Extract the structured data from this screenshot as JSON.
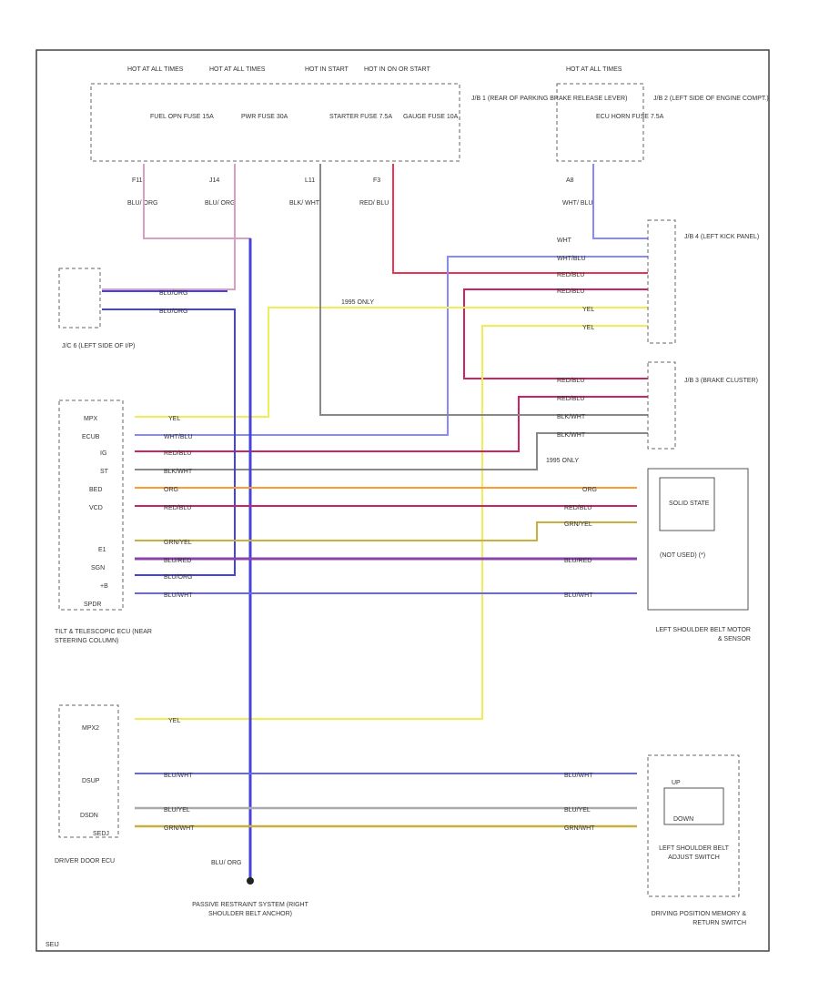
{
  "fuse_boxes": {
    "jb1_hot_labels": [
      "HOT AT ALL TIMES",
      "HOT AT ALL TIMES",
      "HOT IN START",
      "HOT IN ON OR START"
    ],
    "jb1_fuses": [
      "FUEL OPN FUSE 15A",
      "PWR FUSE 30A",
      "STARTER FUSE 7.5A",
      "GAUGE FUSE 10A"
    ],
    "jb1_name": "J/B 1 (REAR OF PARKING BRAKE RELEASE LEVER)",
    "jb2_hot_label": "HOT AT ALL TIMES",
    "jb2_fuse": "ECU HORN FUSE 7.5A",
    "jb2_name": "J/B 2 (LEFT SIDE OF ENGINE COMPT.)"
  },
  "pin_ids": [
    "F11",
    "J14",
    "L11",
    "F3",
    "A8"
  ],
  "wire_colors_top": [
    "BLU/ ORG",
    "BLU/ ORG",
    "BLK/ WHT",
    "RED/ BLU",
    "WHT/ BLU"
  ],
  "components": {
    "jc_name": "J/C 6 (LEFT SIDE OF I/P)",
    "jb4_name": "J/B 4 (LEFT KICK PANEL)",
    "jb3_name": "J/B 3 (BRAKE CLUSTER)",
    "tilt_ecu": "TILT & TELESCOPIC ECU (NEAR STEERING COLUMN)",
    "shoulder_motor": "LEFT SHOULDER BELT MOTOR & SENSOR",
    "door_ecu": "DRIVER DOOR ECU",
    "adjust_switch": "LEFT SHOULDER BELT ADJUST SWITCH",
    "memory_switch": "DRIVING POSITION MEMORY & RETURN SWITCH",
    "passive": "PASSIVE RESTRAINT SYSTEM (RIGHT SHOULDER BELT ANCHOR)",
    "solid_state": "SOLID STATE",
    "not_used": "(NOT USED) (*)"
  },
  "notes": {
    "note_1995a": "1995 ONLY",
    "note_1995b": "1995 ONLY",
    "footer": "SEIJ"
  },
  "jc_wires": [
    "BLU/ORG",
    "BLU/ORG"
  ],
  "jb4_wires": [
    "WHT",
    "WHT/BLU",
    "RED/BLU",
    "RED/BLU",
    "YEL",
    "YEL"
  ],
  "jb3_wires": [
    "RED/BLU",
    "RED/BLU",
    "BLK/WHT",
    "BLK/WHT"
  ],
  "tilt_pins": [
    "MPX",
    "ECUB",
    "IG",
    "ST",
    "BED",
    "VCD",
    "E1",
    "SGN",
    "+B",
    "SPDR"
  ],
  "tilt_wires": [
    "YEL",
    "WHT/BLU",
    "RED/BLU",
    "BLK/WHT",
    "ORG",
    "RED/BLU",
    "GRN/YEL",
    "BLU/RED",
    "BLU/ORG",
    "BLU/WHT"
  ],
  "motor_wires": [
    "ORG",
    "RED/BLU",
    "GRN/YEL",
    "BLU/RED",
    "BLU/WHT"
  ],
  "door_pins": [
    "MPX2",
    "DSUP",
    "DSDN",
    "SEDJ"
  ],
  "door_wires": [
    "YEL",
    "BLU/WHT",
    "BLU/YEL",
    "GRN/WHT"
  ],
  "switch_wires": [
    "BLU/WHT",
    "BLU/YEL",
    "GRN/WHT"
  ],
  "switch_labels": [
    "UP",
    "DOWN"
  ],
  "bottom_wire": "BLU/ ORG",
  "colors": {
    "blue": "#4444dd",
    "blue_org": "#8888ff",
    "pink": "#d8a0c0",
    "red": "#ee3355",
    "maroon": "#cc2266",
    "yellow": "#eeee55",
    "orange": "#ff9933",
    "gray": "#888888",
    "olive": "#c8b040",
    "purple": "#8844aa"
  }
}
